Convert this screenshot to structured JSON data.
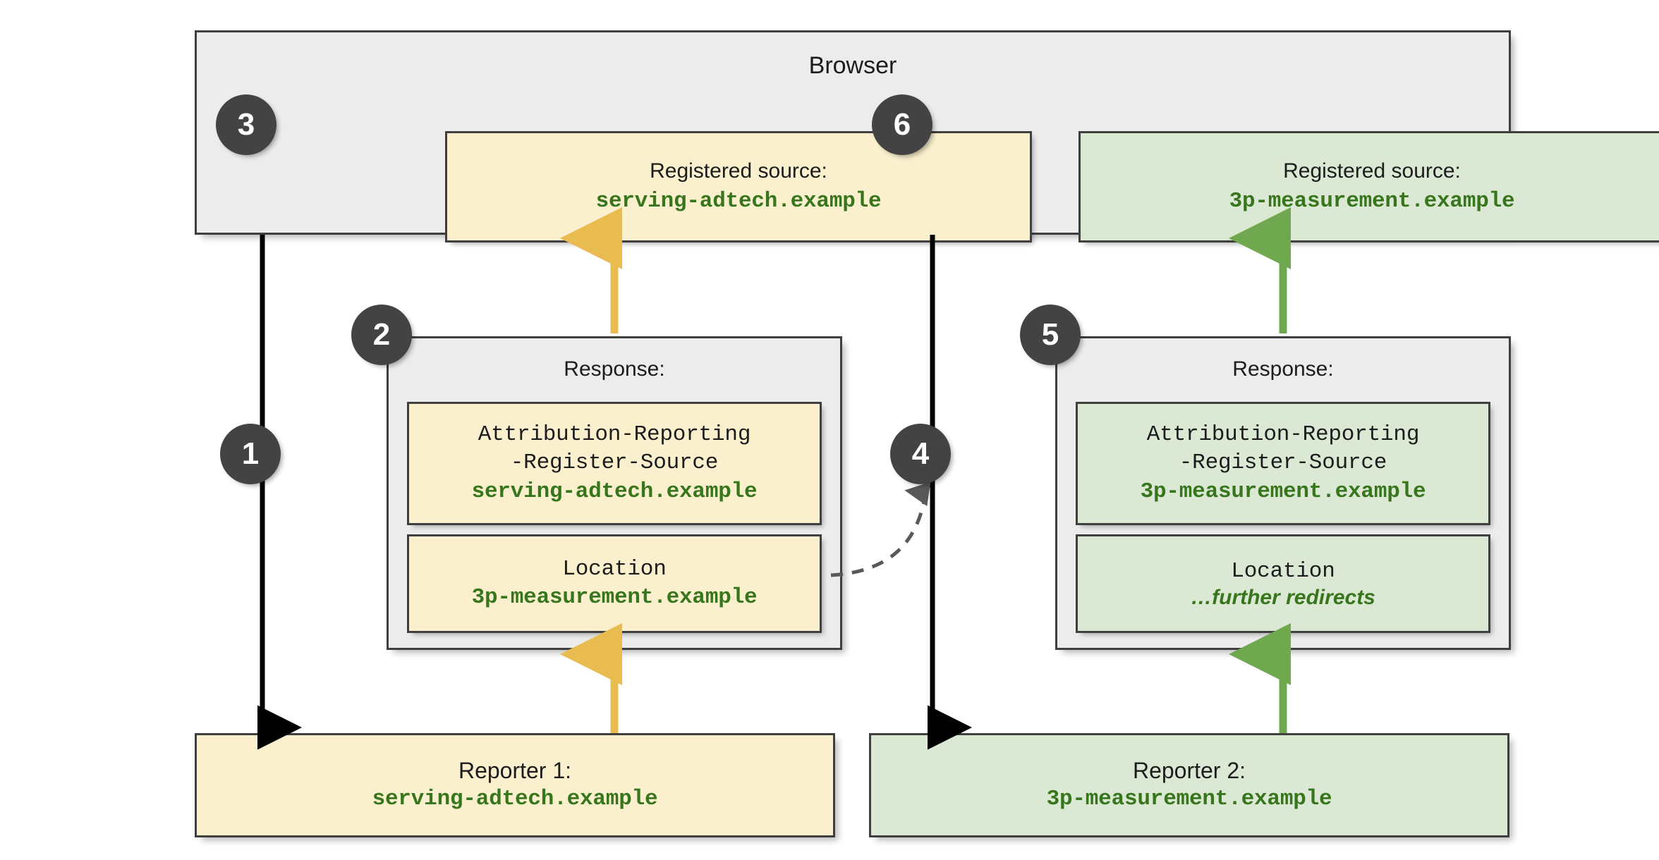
{
  "browser": {
    "title": "Browser",
    "registered_sources": [
      {
        "label": "Registered source:",
        "value": "serving-adtech.example",
        "color": "#faf0cd",
        "step": "3"
      },
      {
        "label": "Registered source:",
        "value": "3p-measurement.example",
        "color": "#dbe8d3",
        "step": "6"
      }
    ]
  },
  "responses": [
    {
      "step": "2",
      "title": "Response:",
      "color": "#faf0cd",
      "header_block": {
        "name_line1": "Attribution-Reporting",
        "name_line2": "-Register-Source",
        "value": "serving-adtech.example"
      },
      "location_block": {
        "name": "Location",
        "value": "3p-measurement.example",
        "italic": false
      }
    },
    {
      "step": "5",
      "title": "Response:",
      "color": "#dbe8d3",
      "header_block": {
        "name_line1": "Attribution-Reporting",
        "name_line2": "-Register-Source",
        "value": "3p-measurement.example"
      },
      "location_block": {
        "name": "Location",
        "value": "…further redirects",
        "italic": true
      }
    }
  ],
  "reporters": [
    {
      "label": "Reporter 1:",
      "value": "serving-adtech.example",
      "color": "#faf0cd"
    },
    {
      "label": "Reporter 2:",
      "value": "3p-measurement.example",
      "color": "#dbe8d3"
    }
  ],
  "steps": {
    "one": "1",
    "two": "2",
    "three": "3",
    "four": "4",
    "five": "5",
    "six": "6"
  },
  "colors": {
    "yellow_fill": "#faf0cd",
    "green_fill": "#dbe8d3",
    "grey_fill": "#ececec",
    "border": "#3f3f3f",
    "badge": "#434343",
    "mono_text": "#38761d",
    "arrow_black": "#000000",
    "arrow_yellow": "#e8bc4e",
    "arrow_green": "#6fa84f",
    "arrow_dashed": "#595959"
  }
}
